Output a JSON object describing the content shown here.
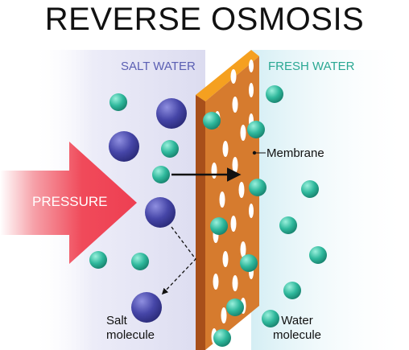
{
  "title": "REVERSE OSMOSIS",
  "headers": {
    "salt_side": "SALT WATER",
    "fresh_side": "FRESH WATER"
  },
  "pressure_label": "PRESSURE",
  "labels": {
    "membrane": "Membrane",
    "salt_line1": "Salt",
    "salt_line2": "molecule",
    "water_line1": "Water",
    "water_line2": "molecule"
  },
  "colors": {
    "salt_molecule": "#3f3f9c",
    "water_molecule": "#2fb89c",
    "membrane": "#c86a2a",
    "membrane_edge": "#f5a020",
    "pressure_arrow": "#f04a5a",
    "salt_water_bg": "#e4e4f4",
    "fresh_water_bg": "#dff2f6"
  }
}
